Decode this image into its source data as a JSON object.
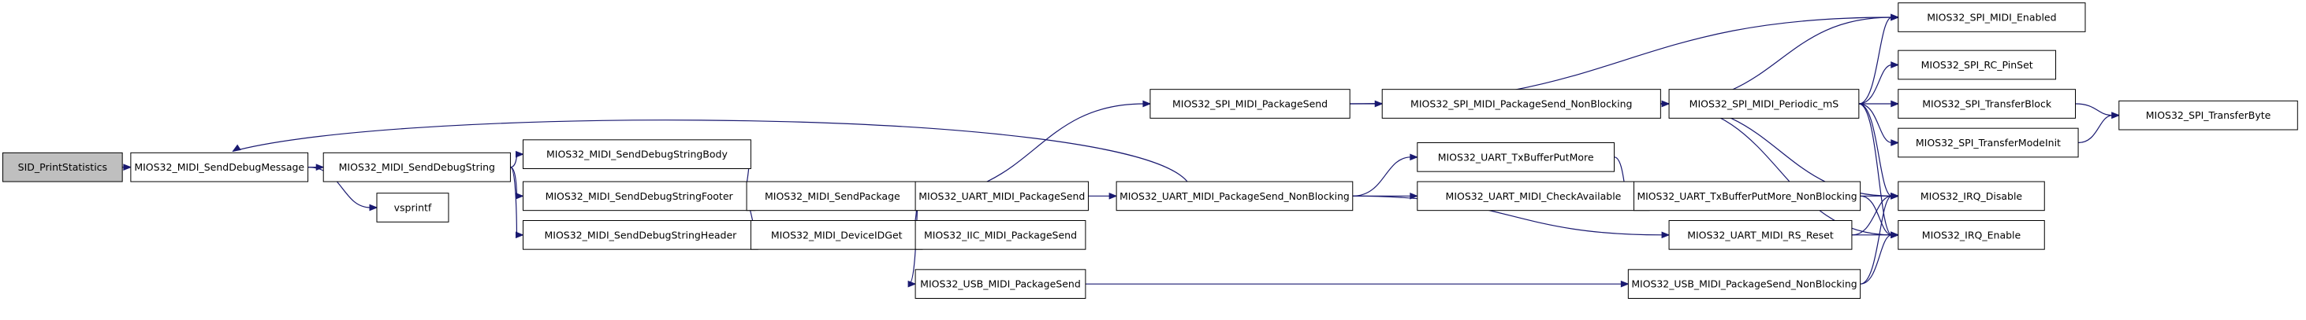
{
  "graph": {
    "root": "SID_PrintStatistics",
    "nodes": [
      {
        "id": "SID_PrintStatistics",
        "label": "SID_PrintStatistics"
      },
      {
        "id": "SendDebugMessage",
        "label": "MIOS32_MIDI_SendDebugMessage"
      },
      {
        "id": "SendDebugString",
        "label": "MIOS32_MIDI_SendDebugString"
      },
      {
        "id": "vsprintf",
        "label": "vsprintf"
      },
      {
        "id": "SendDebugStringBody",
        "label": "MIOS32_MIDI_SendDebugStringBody"
      },
      {
        "id": "SendDebugStringFooter",
        "label": "MIOS32_MIDI_SendDebugStringFooter"
      },
      {
        "id": "SendDebugStringHeader",
        "label": "MIOS32_MIDI_SendDebugStringHeader"
      },
      {
        "id": "DeviceIDGet",
        "label": "MIOS32_MIDI_DeviceIDGet"
      },
      {
        "id": "SendPackage",
        "label": "MIOS32_MIDI_SendPackage"
      },
      {
        "id": "SPI_PackageSend",
        "label": "MIOS32_SPI_MIDI_PackageSend"
      },
      {
        "id": "UART_PackageSend",
        "label": "MIOS32_UART_MIDI_PackageSend"
      },
      {
        "id": "IIC_PackageSend",
        "label": "MIOS32_IIC_MIDI_PackageSend"
      },
      {
        "id": "USB_PackageSend",
        "label": "MIOS32_USB_MIDI_PackageSend"
      },
      {
        "id": "SPI_PackageSend_NB",
        "label": "MIOS32_SPI_MIDI_PackageSend_NonBlocking"
      },
      {
        "id": "UART_PackageSend_NB",
        "label": "MIOS32_UART_MIDI_PackageSend_NonBlocking"
      },
      {
        "id": "UART_TxBufferPutMore",
        "label": "MIOS32_UART_TxBufferPutMore"
      },
      {
        "id": "UART_CheckAvailable",
        "label": "MIOS32_UART_MIDI_CheckAvailable"
      },
      {
        "id": "SPI_Periodic_mS",
        "label": "MIOS32_SPI_MIDI_Periodic_mS"
      },
      {
        "id": "UART_TxBufferPutMore_NB",
        "label": "MIOS32_UART_TxBufferPutMore_NonBlocking"
      },
      {
        "id": "UART_RS_Reset",
        "label": "MIOS32_UART_MIDI_RS_Reset"
      },
      {
        "id": "USB_PackageSend_NB",
        "label": "MIOS32_USB_MIDI_PackageSend_NonBlocking"
      },
      {
        "id": "SPI_Enabled",
        "label": "MIOS32_SPI_MIDI_Enabled"
      },
      {
        "id": "SPI_RC_PinSet",
        "label": "MIOS32_SPI_RC_PinSet"
      },
      {
        "id": "SPI_TransferBlock",
        "label": "MIOS32_SPI_TransferBlock"
      },
      {
        "id": "SPI_TransferModeInit",
        "label": "MIOS32_SPI_TransferModeInit"
      },
      {
        "id": "IRQ_Disable",
        "label": "MIOS32_IRQ_Disable"
      },
      {
        "id": "IRQ_Enable",
        "label": "MIOS32_IRQ_Enable"
      },
      {
        "id": "SPI_TransferByte",
        "label": "MIOS32_SPI_TransferByte"
      }
    ],
    "edges": [
      {
        "from": "SID_PrintStatistics",
        "to": "SendDebugMessage"
      },
      {
        "from": "SendDebugMessage",
        "to": "SendDebugString"
      },
      {
        "from": "SendDebugMessage",
        "to": "vsprintf"
      },
      {
        "from": "SendDebugString",
        "to": "SendDebugStringBody"
      },
      {
        "from": "SendDebugString",
        "to": "SendDebugStringFooter"
      },
      {
        "from": "SendDebugString",
        "to": "SendDebugStringHeader"
      },
      {
        "from": "SendDebugStringBody",
        "to": "SendPackage"
      },
      {
        "from": "SendDebugStringFooter",
        "to": "SendPackage"
      },
      {
        "from": "SendDebugStringHeader",
        "to": "SendPackage"
      },
      {
        "from": "SendDebugStringHeader",
        "to": "DeviceIDGet"
      },
      {
        "from": "SendPackage",
        "to": "SPI_PackageSend"
      },
      {
        "from": "SendPackage",
        "to": "UART_PackageSend"
      },
      {
        "from": "SendPackage",
        "to": "IIC_PackageSend"
      },
      {
        "from": "SendPackage",
        "to": "USB_PackageSend"
      },
      {
        "from": "SPI_PackageSend",
        "to": "SPI_PackageSend_NB"
      },
      {
        "from": "SPI_PackageSend",
        "to": "SPI_Enabled"
      },
      {
        "from": "UART_PackageSend",
        "to": "UART_PackageSend_NB"
      },
      {
        "from": "UART_PackageSend_NB",
        "to": "SendDebugMessage"
      },
      {
        "from": "UART_PackageSend_NB",
        "to": "UART_TxBufferPutMore"
      },
      {
        "from": "UART_PackageSend_NB",
        "to": "UART_CheckAvailable"
      },
      {
        "from": "UART_PackageSend_NB",
        "to": "UART_RS_Reset"
      },
      {
        "from": "SPI_PackageSend_NB",
        "to": "SPI_Periodic_mS"
      },
      {
        "from": "SPI_PackageSend_NB",
        "to": "SPI_Enabled"
      },
      {
        "from": "SPI_PackageSend_NB",
        "to": "IRQ_Disable"
      },
      {
        "from": "SPI_PackageSend_NB",
        "to": "IRQ_Enable"
      },
      {
        "from": "UART_TxBufferPutMore",
        "to": "UART_TxBufferPutMore_NB"
      },
      {
        "from": "UART_TxBufferPutMore_NB",
        "to": "IRQ_Disable"
      },
      {
        "from": "UART_TxBufferPutMore_NB",
        "to": "IRQ_Enable"
      },
      {
        "from": "UART_RS_Reset",
        "to": "IRQ_Disable"
      },
      {
        "from": "UART_RS_Reset",
        "to": "IRQ_Enable"
      },
      {
        "from": "USB_PackageSend",
        "to": "USB_PackageSend_NB"
      },
      {
        "from": "USB_PackageSend_NB",
        "to": "IRQ_Disable"
      },
      {
        "from": "USB_PackageSend_NB",
        "to": "IRQ_Enable"
      },
      {
        "from": "SPI_Periodic_mS",
        "to": "SPI_Enabled"
      },
      {
        "from": "SPI_Periodic_mS",
        "to": "SPI_RC_PinSet"
      },
      {
        "from": "SPI_Periodic_mS",
        "to": "SPI_TransferBlock"
      },
      {
        "from": "SPI_Periodic_mS",
        "to": "SPI_TransferModeInit"
      },
      {
        "from": "SPI_Periodic_mS",
        "to": "IRQ_Disable"
      },
      {
        "from": "SPI_Periodic_mS",
        "to": "IRQ_Enable"
      },
      {
        "from": "SPI_TransferBlock",
        "to": "SPI_TransferByte"
      },
      {
        "from": "SPI_TransferModeInit",
        "to": "SPI_TransferByte"
      }
    ]
  },
  "colors": {
    "edge": "#191970",
    "node_border": "#000000",
    "root_fill": "#bfbfbf",
    "node_fill": "#ffffff"
  }
}
